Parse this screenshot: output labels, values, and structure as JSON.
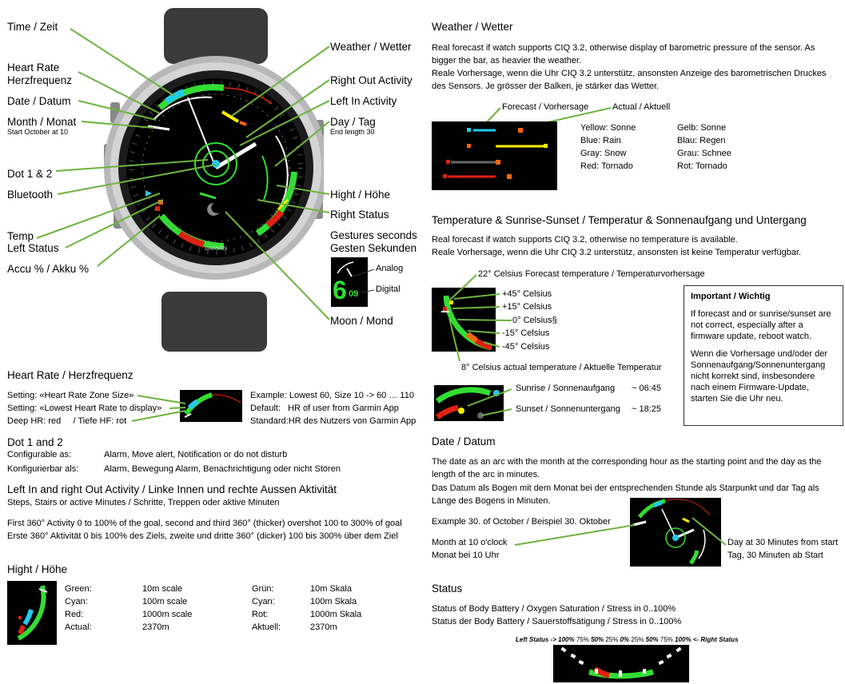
{
  "colors": {
    "leader": "#6db33f",
    "green": "#33dd33",
    "cyan": "#22ccee",
    "yellow": "#ffee00",
    "red": "#dd2211",
    "orange": "#ff6611",
    "gray": "#666666",
    "face": "#000000",
    "bezel": "#b8b8b8",
    "strap": "#3a3a3a"
  },
  "watch": {
    "brand": "GARMIN",
    "labels_left": [
      "Time / Zeit",
      "Heart Rate",
      "Herzfrequenz",
      "Date / Datum",
      "Month / Monat",
      "Dot 1 & 2",
      "Bluetooth",
      "Temp",
      "Left Status",
      "Accu % / Akku %"
    ],
    "month_note": "Start October at 10",
    "labels_right": [
      "Weather / Wetter",
      "Right Out Activity",
      "Left In Activity",
      "Day / Tag",
      "Hight / Höhe",
      "Right Status",
      "Moon / Mond"
    ],
    "day_note": "End length 30",
    "gestures_title": "Gestures seconds",
    "gestures_title2": "Gesten Sekunden",
    "gestures_analog": "Analog",
    "gestures_digital": "Digital",
    "gestures_big_digit": "6",
    "gestures_small_digits": "09"
  },
  "weather": {
    "title": "Weather / Wetter",
    "p1": "Real forecast if watch supports CIQ 3.2, otherwise display of barometric pressure of the sensor. As bigger the bar, as heavier the weather.",
    "p2": "Reale Vorhersage, wenn die Uhr CIQ 3.2 unterstütz, ansonsten Anzeige des barometrischen Druckes des Sensors. Je grösser der Balken, je stärker das Wetter.",
    "forecast_label": "Forecast / Vorhersage",
    "actual_label": "Actual / Aktuell",
    "legend_en": [
      "Yellow: Sonne",
      "Blue: Rain",
      "Gray: Snow",
      "Red: Tornado"
    ],
    "legend_de": [
      "Gelb: Sonne",
      "Blau: Regen",
      "Grau: Schnee",
      "Rot: Tornado"
    ]
  },
  "temperature": {
    "title": "Temperature & Sunrise-Sunset / Temperatur & Sonnenaufgang und Untergang",
    "p1": "Real forecast if watch supports CIQ 3.2, otherwise no temperature is available.",
    "p2": "Reale Vorhersage, wenn die Uhr CIQ 3.2 unterstütz, ansonsten ist keine Temperatur verfügbar.",
    "forecast_label": "22° Celsius Forecast temperature / Temperaturvorhersage",
    "scale": [
      "+45° Celsius",
      "+15° Celsius",
      "0° Celsius§",
      "-15° Celsius",
      "-45° Celsius"
    ],
    "actual_label": "8° Celsius actual temperature / Aktuelle Temperatur",
    "sunrise_label": "Sunrise / Sonnenaufgang",
    "sunrise_time": "~ 06:45",
    "sunset_label": "Sunset / Sonnenuntergang",
    "sunset_time": "~ 18:25"
  },
  "important": {
    "title": "Important / Wichtig",
    "en": "If forecast and or sunrise/sunset are not correct, especially after a firmware update, reboot watch.",
    "de": "Wenn die Vorhersage und/oder der Sonnenaufgang/Sonnenuntergang nicht korrekt sind, insbesondere nach einem Firmware-Update, starten Sie die Uhr neu."
  },
  "heart_rate": {
    "title": "Heart Rate / Herzfrequenz",
    "setting1": "Setting: «Heart Rate Zone Size»",
    "setting2": "Setting: «Lowest Heart Rate to display»",
    "deep_hr": "Deep HR: red     / Tiefe HF: rot",
    "example": "Example: Lowest 60, Size 10 -> 60 … 110",
    "default": "Default:   HR of user from Garmin App",
    "standard": "Standard:HR des Nutzers von Garmin App"
  },
  "dots": {
    "title": "Dot 1 and 2",
    "config_en_label": "Configurable as:",
    "config_en": "Alarm, Move alert, Notification or do not disturb",
    "config_de_label": "Konfigurierbar als:",
    "config_de": "Alarm, Bewegung Alarm, Benachrichtigung oder nicht Stören"
  },
  "activity": {
    "title": "Left In and right Out Activity / Linke Innen und rechte Aussen Aktivität",
    "sub": "Steps, Stairs or active Minutes / Schritte, Treppen oder aktive Minuten",
    "p1": "First 360° Activity 0 to 100% of the goal, second and third 360° (thicker) overshot 100 to 300% of goal",
    "p2": "Erste 360° Aktivität 0 bis 100% des Ziels, zweite und dritte 360° (dicker) 100 bis 300% über dem Ziel"
  },
  "date": {
    "title": "Date / Datum",
    "p1": "The date as an arc with the month at the corresponding hour as the starting point and the day as the length of the arc in minutes.",
    "p2": "Das Datum als Bogen mit dem Monat bei der entsprechenden Stunde als Starpunkt und dar Tag als Länge des Bogens in Minuten.",
    "example": "Example 30. of October / Beispiel 30. Oktober",
    "month_en": "Month at 10 o'clock",
    "month_de": "Monat bei 10 Uhr",
    "day_en": "Day at 30 Minutes from start",
    "day_de": "Tag, 30 Minuten ab Start"
  },
  "height": {
    "title": "Hight / Höhe",
    "rows_en": [
      [
        "Green:",
        "10m scale"
      ],
      [
        "Cyan:",
        "100m scale"
      ],
      [
        "Red:",
        "1000m scale"
      ],
      [
        "Actual:",
        "2370m"
      ]
    ],
    "rows_de": [
      [
        "Grün:",
        "10m Skala"
      ],
      [
        "Cyan:",
        "100m Skala"
      ],
      [
        "Rot:",
        "1000m Skala"
      ],
      [
        "Aktuell:",
        "2370m"
      ]
    ]
  },
  "status": {
    "title": "Status",
    "p1": "Status of Body Battery / Oxygen Saturation / Stress in 0..100%",
    "p2": "Status der Body Battery / Sauerstoffsätigung / Stress in 0..100%",
    "scale_left": "Left Status ->",
    "scale": [
      "100%",
      "75%",
      "50%",
      "25%",
      "0%",
      "25%",
      "50%",
      "75%",
      "100%"
    ],
    "scale_right": "<- Right Status"
  }
}
